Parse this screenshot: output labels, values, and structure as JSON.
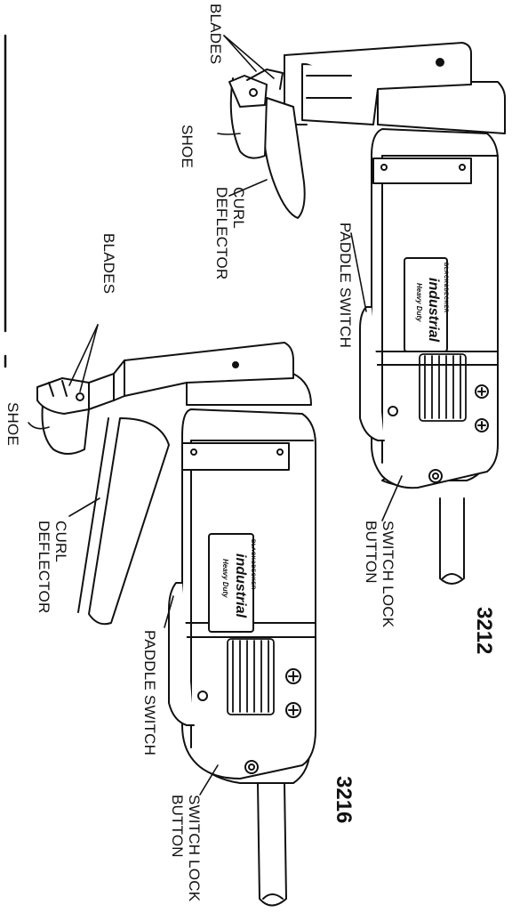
{
  "tool_3212": {
    "model": "3212",
    "labels": {
      "blades": "BLADES",
      "shoe": "SHOE",
      "curl_deflector": "CURL\nDEFLECTOR",
      "paddle_switch": "PADDLE SWITCH",
      "switch_lock_button": "SWITCH LOCK\nBUTTON"
    },
    "brand": {
      "maker": "BLACK&DECKER",
      "line": "industrial",
      "sub": "Heavy Duty"
    }
  },
  "tool_3216": {
    "model": "3216",
    "labels": {
      "blades": "BLADES",
      "shoe": "SHOE",
      "curl_deflector": "CURL\nDEFLECTOR",
      "paddle_switch": "PADDLE SWITCH",
      "switch_lock_button": "SWITCH LOCK\nBUTTON"
    },
    "brand": {
      "maker": "BLACK&DECKER",
      "line": "industrial",
      "sub": "Heavy Duty"
    }
  },
  "colors": {
    "line": "#111111",
    "background": "#ffffff"
  }
}
